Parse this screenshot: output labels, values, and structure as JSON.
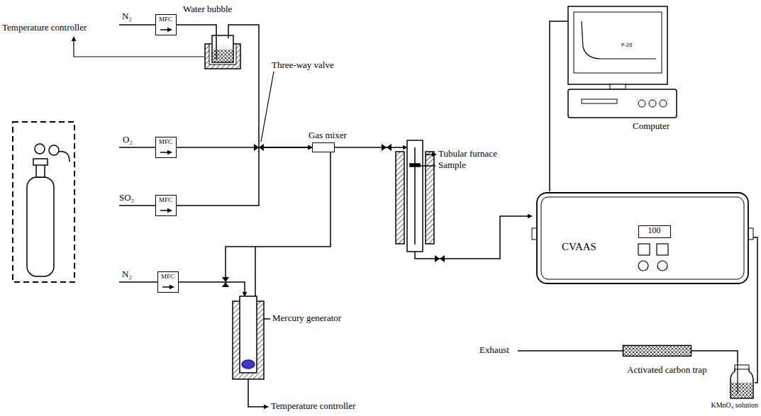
{
  "diagram": {
    "nodes": [
      {
        "text": [
          "MFC"
        ]
      },
      {
        "text": [
          "Water bubble"
        ]
      },
      {
        "text": [
          "MFC"
        ]
      },
      {
        "text": [
          "Gas mixer"
        ]
      },
      {
        "text": [
          "MFC"
        ]
      },
      {
        "text": [
          "MFC"
        ]
      },
      {
        "text": [
          "Computer"
        ]
      },
      {
        "text": [
          "CVAAS"
        ]
      },
      {
        "text": [
          "100"
        ],
        "in": 7
      },
      {
        "text": [
          "Activated carbon trap"
        ]
      },
      {
        "text": [
          "KMnO₄ solution"
        ]
      }
    ],
    "edges": [
      {
        "from": 0,
        "to": 1,
        "arrow": "none"
      },
      {
        "from": 1,
        "to": 3,
        "arrow": "to"
      },
      {
        "from": 2,
        "to": 3,
        "arrow": "to"
      },
      {
        "from": 4,
        "to": 3,
        "arrow": "to"
      },
      {
        "from": 6,
        "to": 7,
        "arrow": "none"
      },
      {
        "from": 7,
        "to": 10,
        "arrow": "none"
      },
      {
        "from": 10,
        "to": 9,
        "arrow": "none"
      }
    ],
    "labels": [
      "Temperature controller",
      "N₂",
      "Three-way valve",
      "O₂",
      "SO₂",
      "Tubular furnace",
      "Sample",
      "N₂",
      "Mercury generator",
      "Temperature controller",
      "Exhaust",
      "P-20"
    ]
  }
}
